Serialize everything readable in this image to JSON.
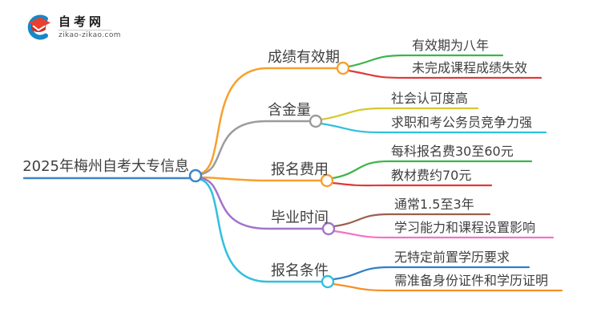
{
  "logo": {
    "site_name": "自考网",
    "site_url": "zikao-zikao.com",
    "cap_color": "#e8402d",
    "cap_dark_color": "#c53225",
    "swoosh_color": "#1787c9"
  },
  "root": {
    "label": "2025年梅州自考大专信息",
    "color": "#3e86c8"
  },
  "branches": [
    {
      "label": "成绩有效期",
      "color": "#f7a02e",
      "children": [
        {
          "label": "有效期为八年",
          "color": "#3cb44b"
        },
        {
          "label": "未完成课程成绩失效",
          "color": "#e03a3a"
        }
      ]
    },
    {
      "label": "含金量",
      "color": "#9b9b9b",
      "children": [
        {
          "label": "社会认可度高",
          "color": "#d4c92d"
        },
        {
          "label": "求职和考公务员竞争力强",
          "color": "#2fc0de"
        }
      ]
    },
    {
      "label": "报名费用",
      "color": "#f7a02e",
      "children": [
        {
          "label": "每科报名费30至60元",
          "color": "#3cb44b"
        },
        {
          "label": "教材费约70元",
          "color": "#e03a3a"
        }
      ]
    },
    {
      "label": "毕业时间",
      "color": "#a273cb",
      "children": [
        {
          "label": "通常1.5至3年",
          "color": "#9a5f50"
        },
        {
          "label": "学习能力和课程设置影响",
          "color": "#f472c8"
        }
      ]
    },
    {
      "label": "报名条件",
      "color": "#30c0dd",
      "children": [
        {
          "label": "无特定前置学历要求",
          "color": "#2e80c4"
        },
        {
          "label": "需准备身份证件和学历证明",
          "color": "#f78f28"
        }
      ]
    }
  ]
}
